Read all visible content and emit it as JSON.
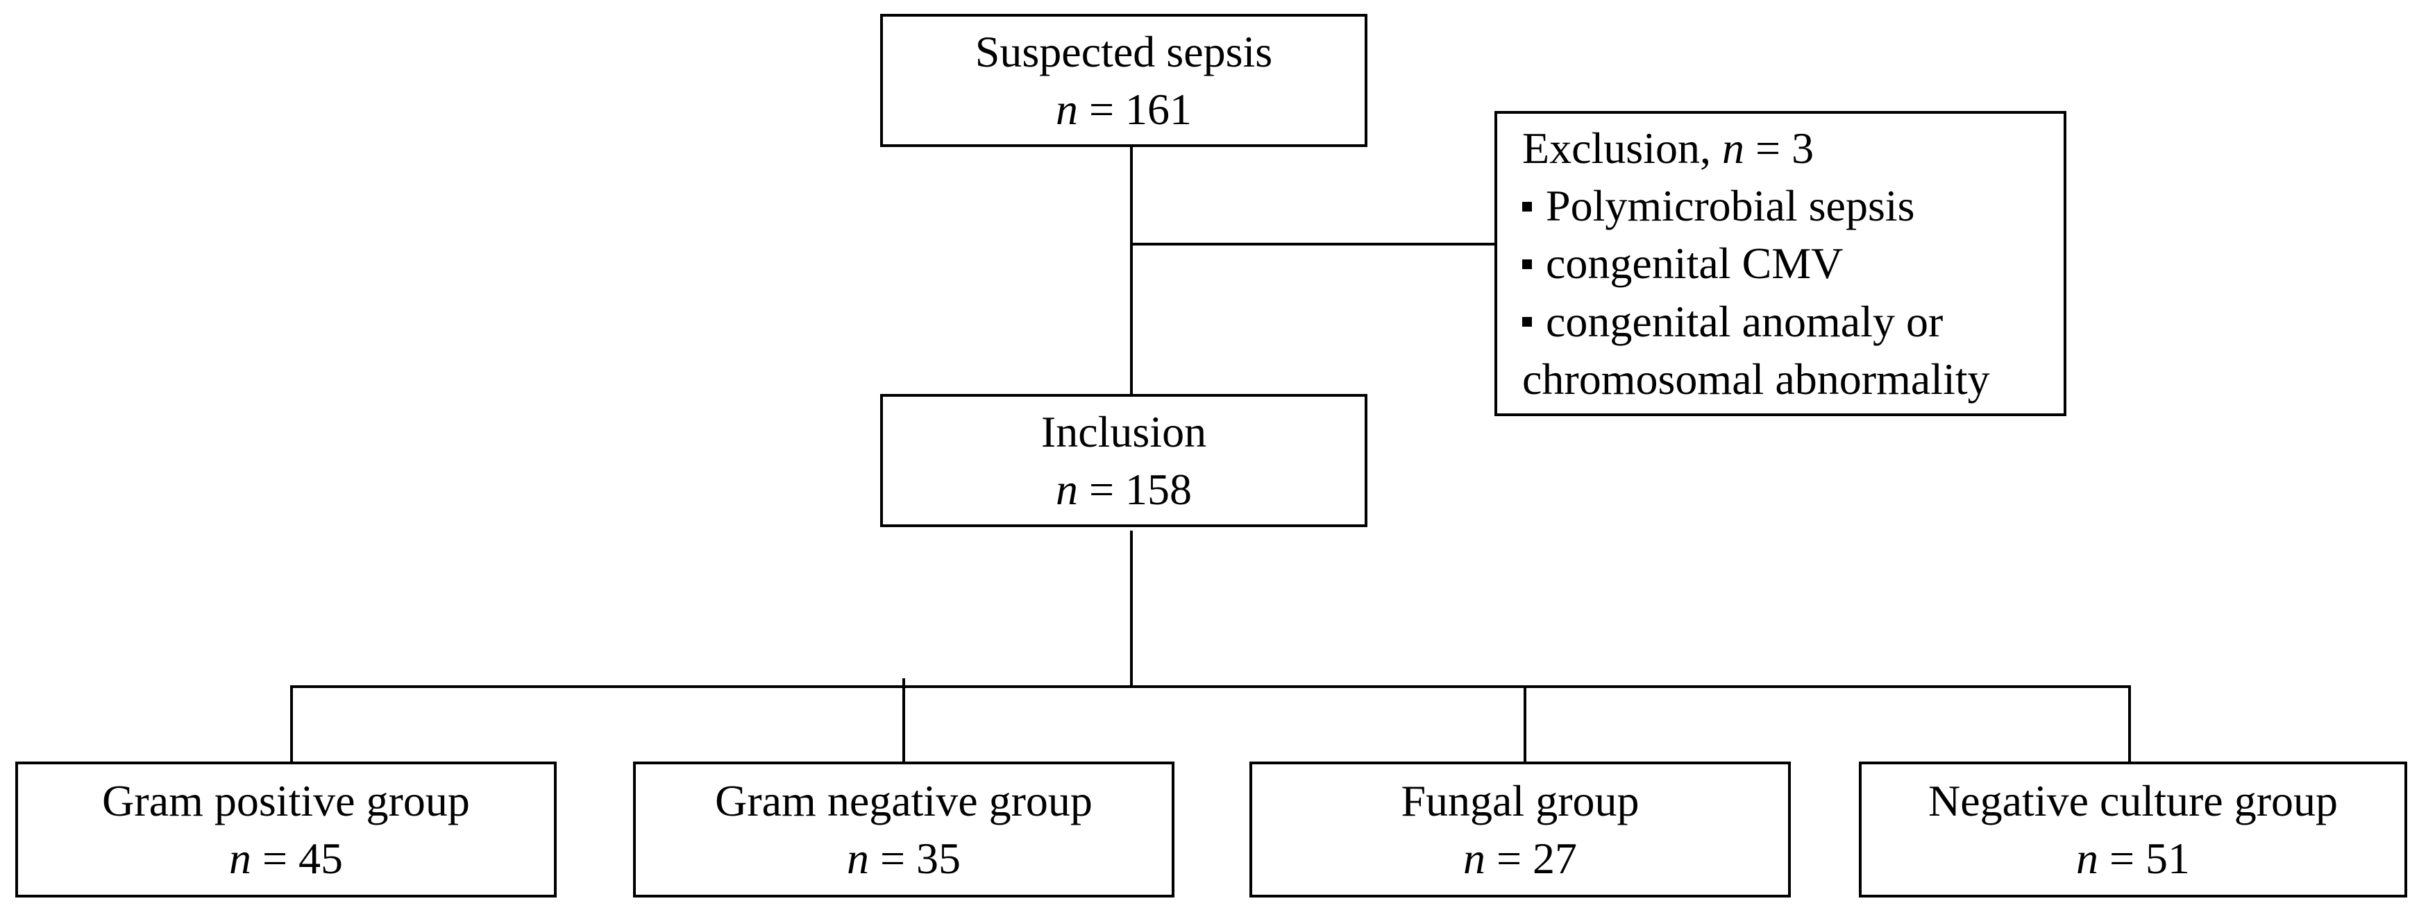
{
  "nodes": {
    "suspected": {
      "title": "Suspected sepsis",
      "n_label": "n",
      "n_value": "= 161"
    },
    "exclusion": {
      "title": "Exclusion,",
      "n_label": "n",
      "n_value": "= 3",
      "items": [
        "Polymicrobial sepsis",
        "congenital CMV",
        "congenital anomaly or",
        "chromosomal abnormality"
      ]
    },
    "inclusion": {
      "title": "Inclusion",
      "n_label": "n",
      "n_value": "= 158"
    },
    "groups": [
      {
        "title": "Gram positive group",
        "n_label": "n",
        "n_value": "= 45"
      },
      {
        "title": "Gram negative group",
        "n_label": "n",
        "n_value": "= 35"
      },
      {
        "title": "Fungal group",
        "n_label": "n",
        "n_value": "= 27"
      },
      {
        "title": "Negative culture group",
        "n_label": "n",
        "n_value": "= 51"
      }
    ]
  }
}
